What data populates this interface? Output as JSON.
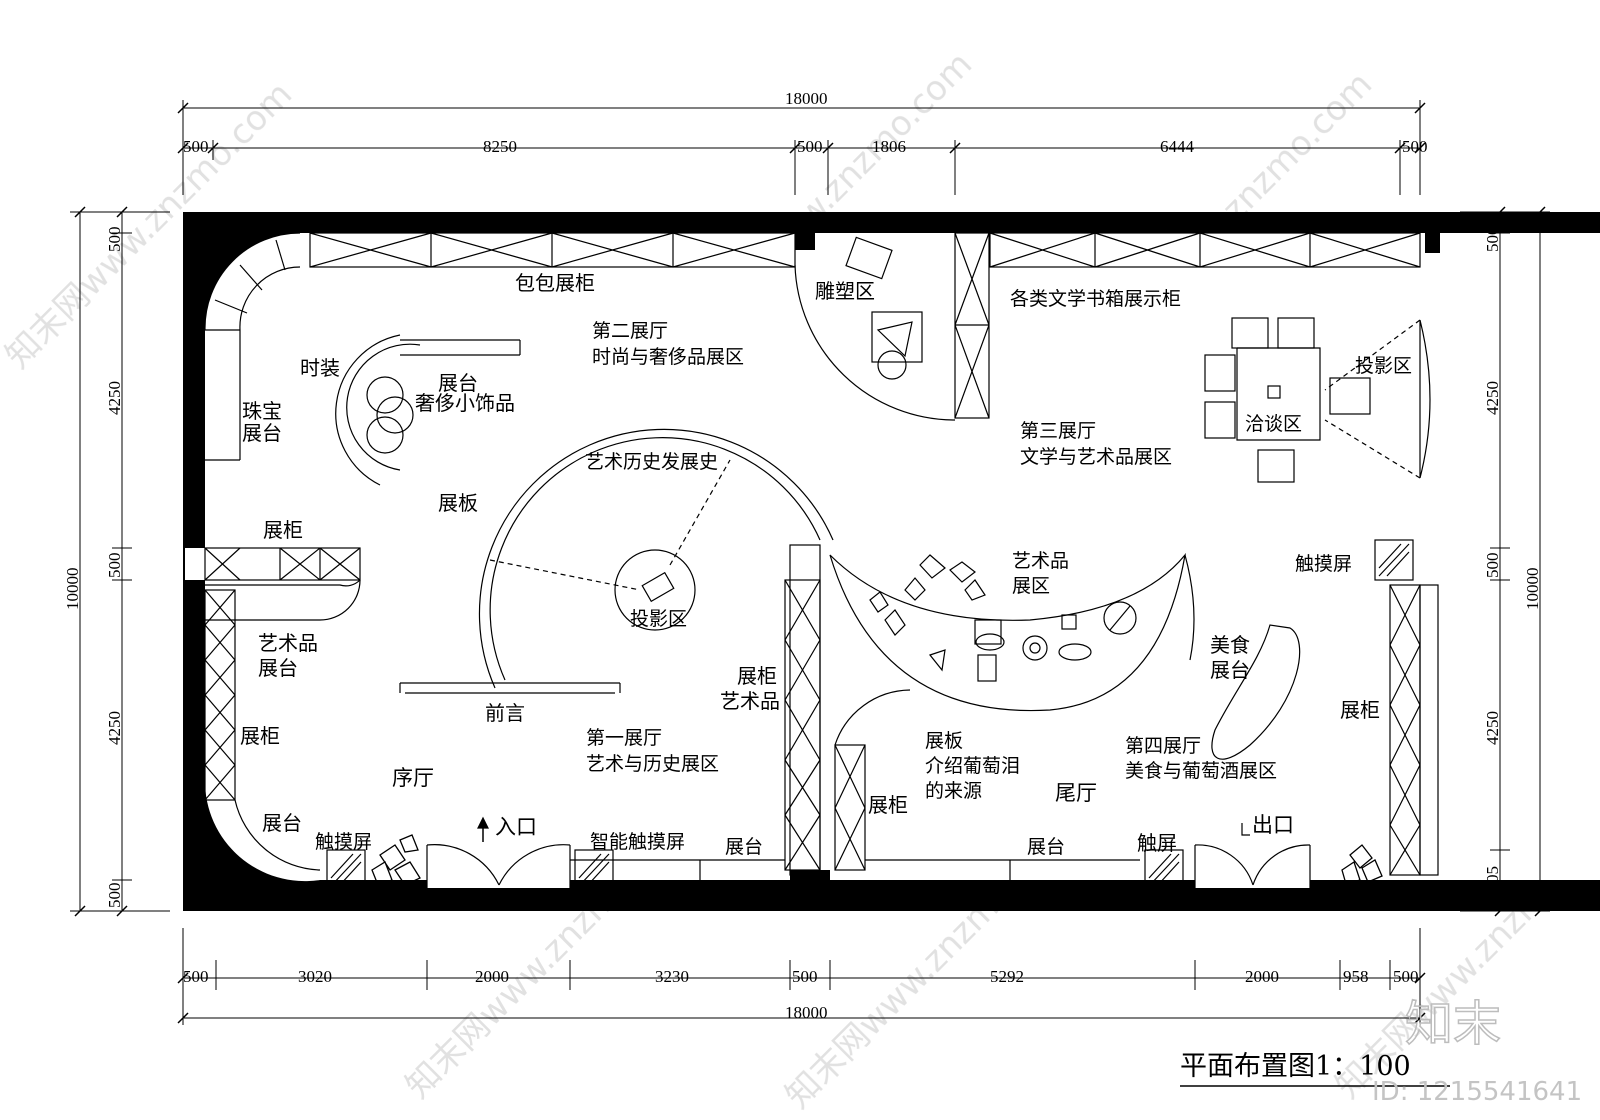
{
  "drawing": {
    "title": "平面布置图1：100",
    "watermark_brand": "知末",
    "watermark_id": "ID: 1215541641",
    "watermark_text": "知末网www.znzmo.com"
  },
  "dimensions": {
    "top_total": "18000",
    "top_segments": [
      "500",
      "8250",
      "500",
      "1806",
      "6444",
      "500"
    ],
    "bottom_total": "18000",
    "bottom_segments": [
      "500",
      "3020",
      "2000",
      "3230",
      "500",
      "5292",
      "2000",
      "958",
      "500"
    ],
    "left_total": "10000",
    "left_segments": [
      "500",
      "4250",
      "500",
      "4250",
      "500"
    ],
    "right_total": "10000",
    "right_segments": [
      "500",
      "4250",
      "500",
      "4250",
      "1005"
    ]
  },
  "labels": {
    "bag_cabinet": "包包展柜",
    "hall2_line1": "第二展厅",
    "hall2_line2": "时尚与奢侈品展区",
    "sculpture": "雕塑区",
    "book_cabinet": "各类文学书箱展示柜",
    "projection_area_right": "投影区",
    "negotiation": "洽谈区",
    "fashion": "时装",
    "stage1": "展台",
    "luxury_small": "奢侈小饰品",
    "jewel_1": "珠宝",
    "jewel_2": "展台",
    "hall3_line1": "第三展厅",
    "hall3_line2": "文学与艺术品展区",
    "art_history": "艺术历史发展史",
    "board_left": "展板",
    "cabinet_left_top": "展柜",
    "projection_center": "投影区",
    "art_stage_1": "艺术品",
    "art_stage_2": "展台",
    "art_area_1": "艺术品",
    "art_area_2": "展区",
    "touch_right": "触摸屏",
    "preface": "前言",
    "cabinet_mid_1": "展柜",
    "cabinet_mid_2": "艺术品",
    "food_stage_1": "美食",
    "food_stage_2": "展台",
    "cabinet_left": "展柜",
    "cabinet_right": "展柜",
    "hall1_line1": "第一展厅",
    "hall1_line2": "艺术与历史展区",
    "board_grape_1": "展板",
    "board_grape_2": "介绍葡萄泪",
    "board_grape_3": "的来源",
    "hall4_line1": "第四展厅",
    "hall4_line2": "美食与葡萄酒展区",
    "lobby": "序厅",
    "cabinet_lower": "展柜",
    "tail_hall": "尾厅",
    "stage_left_bottom": "展台",
    "touch_left": "触摸屏",
    "entrance": "入口",
    "smart_touch": "智能触摸屏",
    "stage_mid_bottom": "展台",
    "stage_right_bottom": "展台",
    "touch_bottom": "触屏",
    "exit": "出口"
  }
}
